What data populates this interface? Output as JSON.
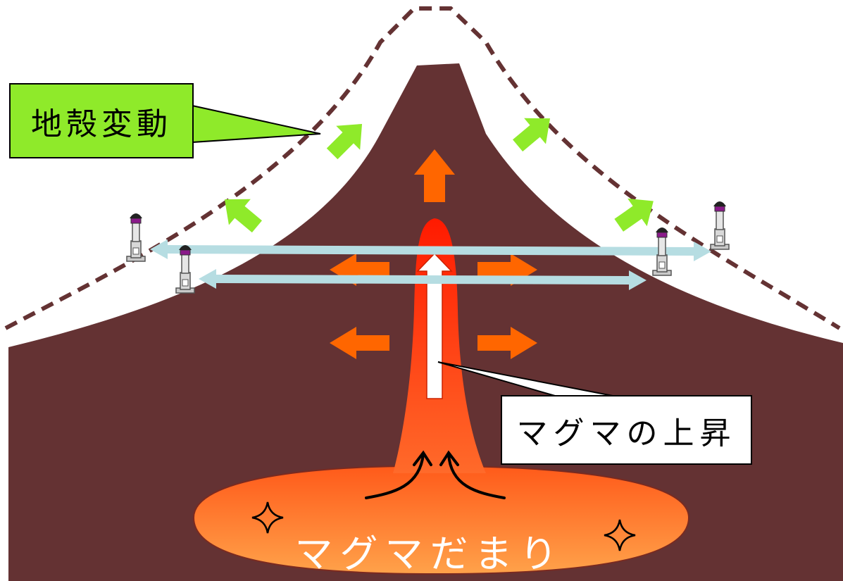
{
  "labels": {
    "crust_deformation": "地殻変動",
    "magma_rise": "マグマの上昇",
    "magma_chamber": "マグマだまり"
  },
  "colors": {
    "mountain": "#643233",
    "crust_box": "#8fea2a",
    "deform_arrow": "#8fea2a",
    "pressure_arrow": "#ff6600",
    "baseline_arrow": "#b6dde2",
    "outline_dash": "#643233",
    "conduit_top": "#ff1a00",
    "conduit_bottom": "#ff6a2a",
    "chamber": "#ff8a3a"
  },
  "icons": {
    "gnss_station": "gnss-station-icon",
    "sparkle": "sparkle-icon"
  }
}
